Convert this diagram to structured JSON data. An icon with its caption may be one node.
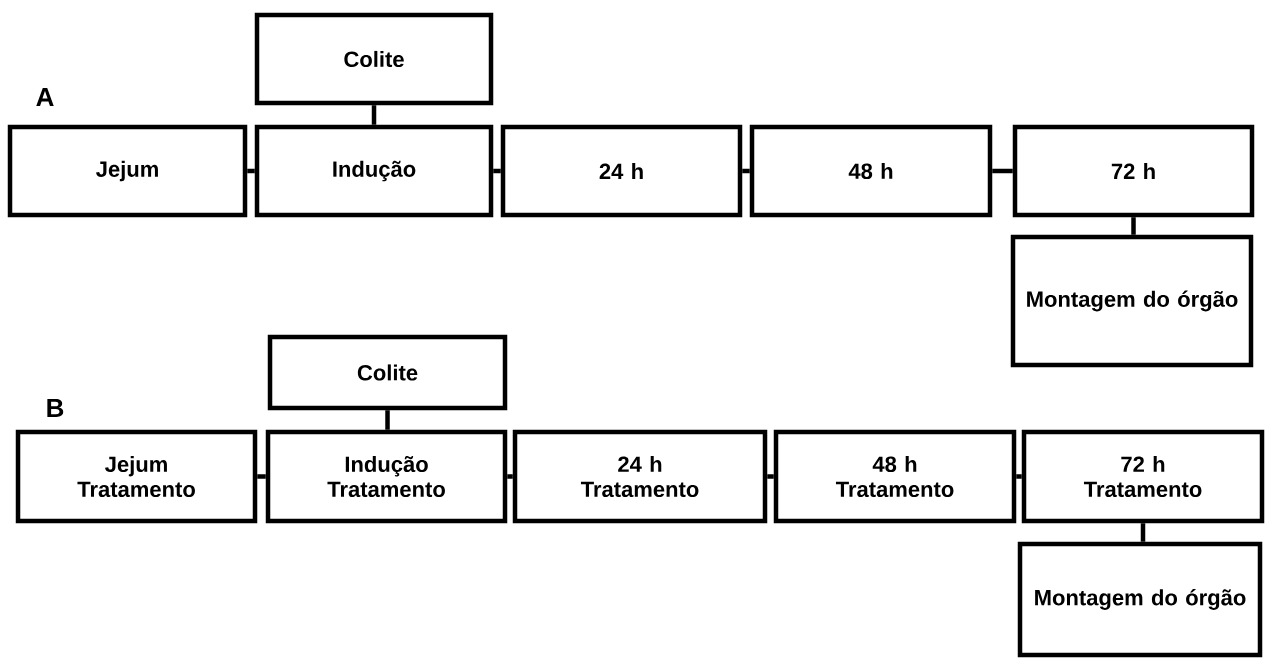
{
  "diagram": {
    "nodes": [
      {
        "text": [
          "Colite"
        ]
      },
      {
        "text": [
          "Jejum"
        ]
      },
      {
        "text": [
          "Indução"
        ]
      },
      {
        "text": [
          "24 h"
        ]
      },
      {
        "text": [
          "48 h"
        ]
      },
      {
        "text": [
          "72 h"
        ]
      },
      {
        "text": [
          "Montagem do órgão"
        ]
      },
      {
        "text": [
          "Colite"
        ]
      },
      {
        "text": [
          "Jejum",
          "Tratamento"
        ]
      },
      {
        "text": [
          "Indução",
          "Tratamento"
        ]
      },
      {
        "text": [
          "24 h",
          "Tratamento"
        ]
      },
      {
        "text": [
          "48 h",
          "Tratamento"
        ]
      },
      {
        "text": [
          "72 h",
          "Tratamento"
        ]
      },
      {
        "text": [
          "Montagem do órgão"
        ]
      }
    ],
    "edges": [
      {
        "from": 0,
        "to": 2,
        "arrow": "none"
      },
      {
        "from": 1,
        "to": 2,
        "arrow": "none"
      },
      {
        "from": 2,
        "to": 3,
        "arrow": "none"
      },
      {
        "from": 3,
        "to": 4,
        "arrow": "none"
      },
      {
        "from": 4,
        "to": 5,
        "arrow": "none"
      },
      {
        "from": 5,
        "to": 6,
        "arrow": "none"
      },
      {
        "from": 7,
        "to": 9,
        "arrow": "none"
      },
      {
        "from": 8,
        "to": 9,
        "arrow": "none"
      },
      {
        "from": 9,
        "to": 10,
        "arrow": "none"
      },
      {
        "from": 10,
        "to": 11,
        "arrow": "none"
      },
      {
        "from": 11,
        "to": 12,
        "arrow": "none"
      },
      {
        "from": 12,
        "to": 13,
        "arrow": "none"
      }
    ],
    "labels": [
      "A",
      "B"
    ]
  }
}
